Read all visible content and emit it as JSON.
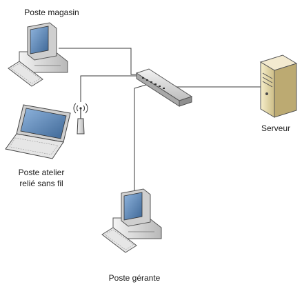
{
  "diagram": {
    "nodes": [
      {
        "id": "store",
        "label": "Poste magasin",
        "icon": "desktop-computer-icon"
      },
      {
        "id": "server",
        "label": "Serveur",
        "icon": "tower-server-icon"
      },
      {
        "id": "workshop",
        "label": "Poste atelier\nrelié sans fil",
        "icon": "laptop-icon"
      },
      {
        "id": "manager",
        "label": "Poste gérante",
        "icon": "desktop-computer-icon"
      },
      {
        "id": "switch",
        "label": "",
        "icon": "network-switch-icon"
      },
      {
        "id": "access-point",
        "label": "",
        "icon": "wireless-access-point-icon"
      }
    ],
    "edges": [
      {
        "from": "store",
        "to": "switch"
      },
      {
        "from": "access-point",
        "to": "switch"
      },
      {
        "from": "switch",
        "to": "server"
      },
      {
        "from": "switch",
        "to": "manager"
      }
    ],
    "colors": {
      "line": "#3a3a3a",
      "device_body": "#d9d9d9",
      "screen": "#5b7fa6",
      "server_body": "#e8dcb0"
    }
  }
}
